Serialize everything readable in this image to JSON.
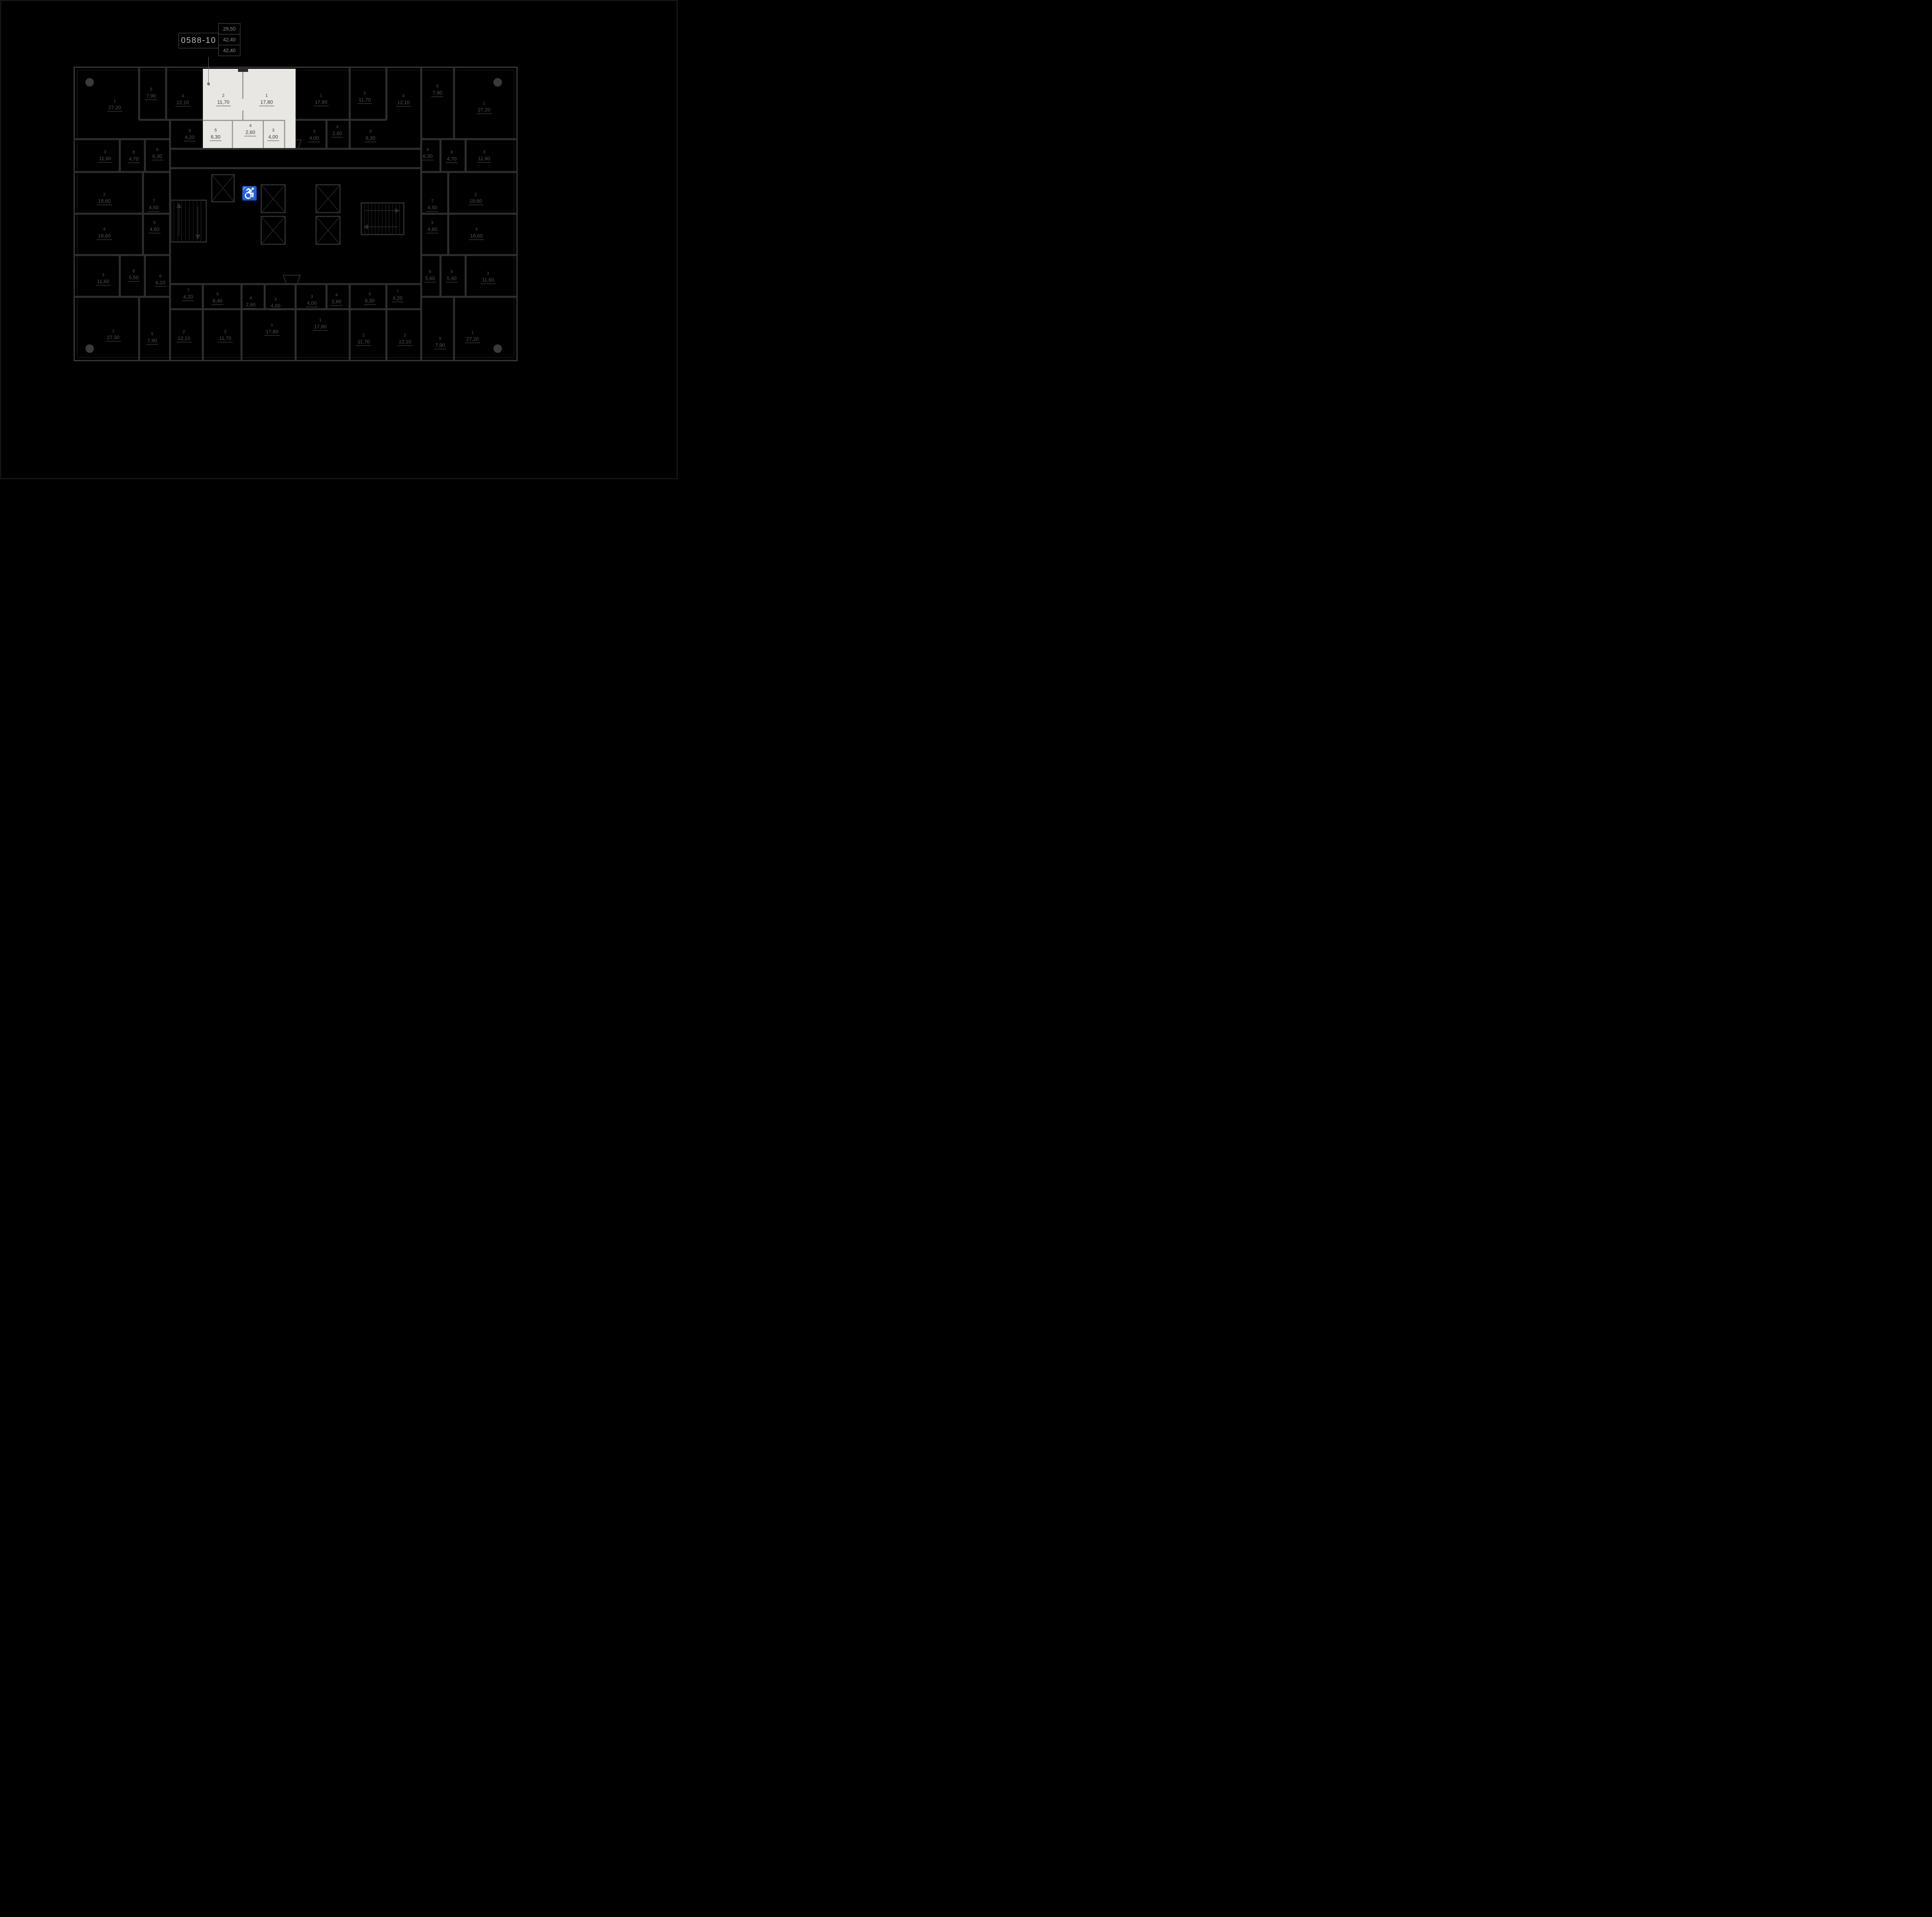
{
  "callout": {
    "unit_id": "0588-10",
    "areas": [
      "29,50",
      "42,40",
      "42,40"
    ]
  },
  "selected_flat": {
    "rooms": [
      {
        "num": "2",
        "area": "11,70"
      },
      {
        "num": "1",
        "area": "17,80"
      },
      {
        "num": "5",
        "area": "6,30"
      },
      {
        "num": "4",
        "area": "2,60"
      },
      {
        "num": "3",
        "area": "4,00"
      }
    ]
  },
  "other_rooms": [
    {
      "num": "1",
      "area": "27,20"
    },
    {
      "num": "5",
      "area": "7,90"
    },
    {
      "num": "4",
      "area": "12,10"
    },
    {
      "num": "9",
      "area": "4,20"
    },
    {
      "num": "1",
      "area": "17,80"
    },
    {
      "num": "2",
      "area": "11,70"
    },
    {
      "num": "4",
      "area": "12,10"
    },
    {
      "num": "5",
      "area": "7,90"
    },
    {
      "num": "1",
      "area": "27,20"
    },
    {
      "num": "3",
      "area": "4,00"
    },
    {
      "num": "4",
      "area": "2,60"
    },
    {
      "num": "5",
      "area": "6,30"
    },
    {
      "num": "3",
      "area": "11,60"
    },
    {
      "num": "8",
      "area": "4,70"
    },
    {
      "num": "6",
      "area": "6,30"
    },
    {
      "num": "6",
      "area": "6,30"
    },
    {
      "num": "8",
      "area": "4,70"
    },
    {
      "num": "3",
      "area": "11,60"
    },
    {
      "num": "2",
      "area": "18,60"
    },
    {
      "num": "7",
      "area": "4,50"
    },
    {
      "num": "9",
      "area": "4,60"
    },
    {
      "num": "4",
      "area": "18,60"
    },
    {
      "num": "7",
      "area": "4,50"
    },
    {
      "num": "2",
      "area": "18,60"
    },
    {
      "num": "9",
      "area": "4,60"
    },
    {
      "num": "4",
      "area": "18,60"
    },
    {
      "num": "3",
      "area": "11,60"
    },
    {
      "num": "8",
      "area": "5,50"
    },
    {
      "num": "6",
      "area": "6,10"
    },
    {
      "num": "6",
      "area": "5,60"
    },
    {
      "num": "8",
      "area": "5,40"
    },
    {
      "num": "3",
      "area": "11,60"
    },
    {
      "num": "7",
      "area": "4,20"
    },
    {
      "num": "5",
      "area": "6,40"
    },
    {
      "num": "4",
      "area": "2,60"
    },
    {
      "num": "3",
      "area": "4,00"
    },
    {
      "num": "3",
      "area": "4,00"
    },
    {
      "num": "4",
      "area": "2,60"
    },
    {
      "num": "5",
      "area": "6,30"
    },
    {
      "num": "7",
      "area": "4,20"
    },
    {
      "num": "1",
      "area": "27,30"
    },
    {
      "num": "5",
      "area": "7,90"
    },
    {
      "num": "2",
      "area": "12,10"
    },
    {
      "num": "2",
      "area": "11,70"
    },
    {
      "num": "1",
      "area": "17,80"
    },
    {
      "num": "1",
      "area": "17,80"
    },
    {
      "num": "2",
      "area": "11,70"
    },
    {
      "num": "2",
      "area": "12,10"
    },
    {
      "num": "5",
      "area": "7,90"
    },
    {
      "num": "1",
      "area": "27,20"
    }
  ],
  "icons": {
    "wheelchair": "♿"
  },
  "colors": {
    "background": "#000000",
    "walls": "#2e2e2e",
    "selected_fill": "#e9e7e4",
    "selected_text": "#3c3c3c",
    "dim_text": "#515151",
    "callout_border": "#5a5a5a",
    "callout_text": "#bdbdbd",
    "callout_values": "#8f8f8f"
  }
}
